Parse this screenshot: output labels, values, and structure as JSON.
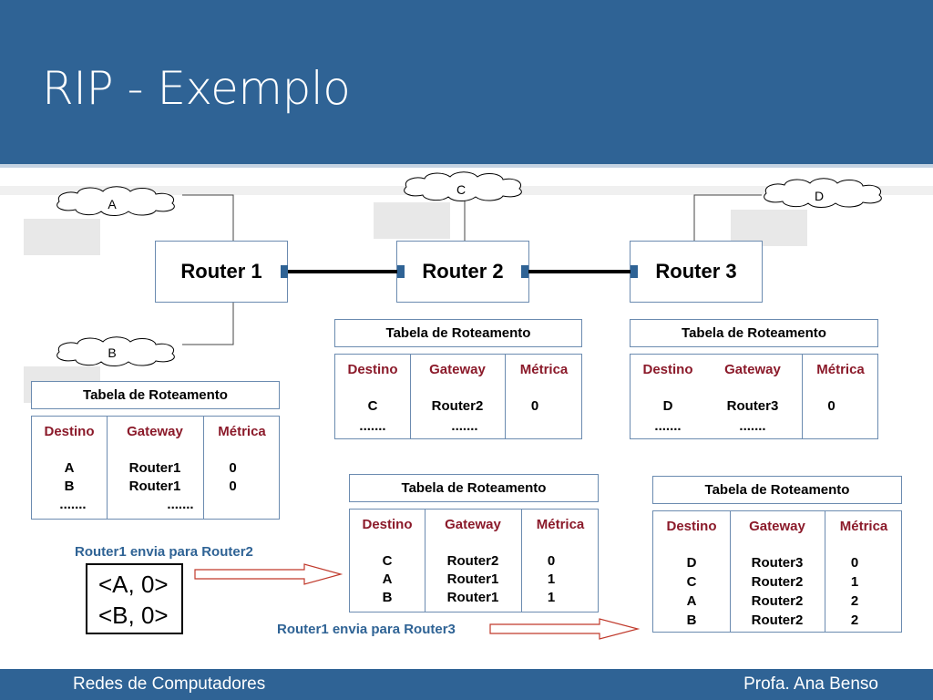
{
  "slide": {
    "title": "RIP - Exemplo",
    "footer_left": "Redes de Computadores",
    "footer_right": "Profa. Ana Benso",
    "colors": {
      "header": "#2f6395",
      "header_text": "#ffffff",
      "column_header": "#8b1a2a",
      "caption": "#2f6395"
    }
  },
  "networks": {
    "a": "A",
    "b": "B",
    "c": "C",
    "d": "D"
  },
  "routers": {
    "r1": "Router 1",
    "r2": "Router 2",
    "r3": "Router 3"
  },
  "table_labels": {
    "title": "Tabela de Roteamento",
    "destino": "Destino",
    "gateway": "Gateway",
    "metrica": "Métrica"
  },
  "tables": {
    "router1": {
      "rows": [
        {
          "dest": "A",
          "gw": "Router1",
          "metric": "0"
        },
        {
          "dest": "B",
          "gw": "Router1",
          "metric": "0"
        },
        {
          "dest": ".......",
          "gw": ".......",
          "metric": ""
        }
      ]
    },
    "router2": {
      "rows": [
        {
          "dest": "C",
          "gw": "Router2",
          "metric": "0"
        },
        {
          "dest": ".......",
          "gw": ".......",
          "metric": ""
        }
      ]
    },
    "router3": {
      "rows": [
        {
          "dest": "D",
          "gw": "Router3",
          "metric": "0"
        },
        {
          "dest": ".......",
          "gw": ".......",
          "metric": ""
        }
      ]
    },
    "router2_updated": {
      "rows": [
        {
          "dest": "C",
          "gw": "Router2",
          "metric": "0"
        },
        {
          "dest": "A",
          "gw": "Router1",
          "metric": "1"
        },
        {
          "dest": "B",
          "gw": "Router1",
          "metric": "1"
        }
      ]
    },
    "router3_updated": {
      "rows": [
        {
          "dest": "D",
          "gw": "Router3",
          "metric": "0"
        },
        {
          "dest": "C",
          "gw": "Router2",
          "metric": "1"
        },
        {
          "dest": "A",
          "gw": "Router2",
          "metric": "2"
        },
        {
          "dest": "B",
          "gw": "Router2",
          "metric": "2"
        }
      ]
    }
  },
  "captions": {
    "send_r1_r2": "Router1 envia para Router2",
    "send_r1_r3": "Router1 envia para Router3"
  },
  "message": {
    "line1": "<A, 0>",
    "line2": "<B, 0>"
  }
}
